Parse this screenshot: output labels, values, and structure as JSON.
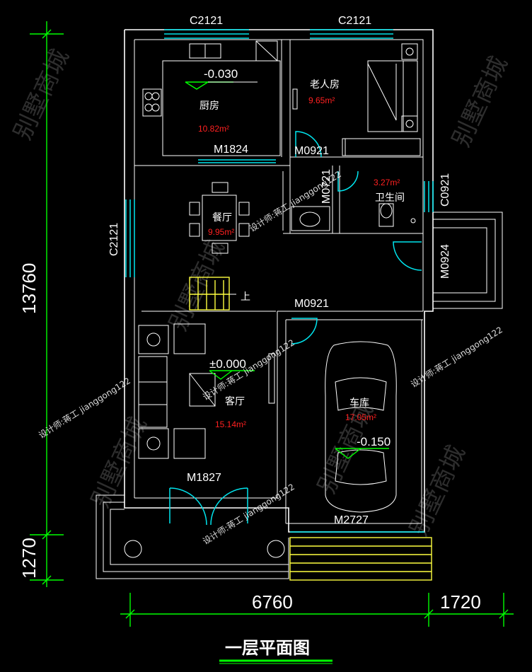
{
  "title": "一层平面图",
  "rooms": {
    "kitchen": {
      "name": "厨房",
      "area": "10.82m²"
    },
    "elder_bedroom": {
      "name": "老人房",
      "area": "9.65m²"
    },
    "dining": {
      "name": "餐厅",
      "area": "9.95m²"
    },
    "bathroom": {
      "name": "卫生间",
      "area": "3.27m²"
    },
    "living": {
      "name": "客厅",
      "area": "15.14m²"
    },
    "garage": {
      "name": "车库",
      "area": "17.05m²"
    }
  },
  "openings": {
    "window_top_left": "C2121",
    "window_top_right": "C2121",
    "window_left": "C2121",
    "window_bath": "C0921",
    "door_kitchen": "M1824",
    "door_bedroom": "M0921",
    "door_bath": "M0721",
    "door_side": "M0924",
    "door_garage_inner": "M0921",
    "door_main": "M1827",
    "door_garage": "M2727"
  },
  "elevations": {
    "kitchen": "-0.030",
    "living": "±0.000",
    "garage": "-0.150"
  },
  "stair_label": "上",
  "dimensions": {
    "left_total": "13760",
    "left_porch": "1270",
    "bottom_main": "6760",
    "bottom_side": "1720"
  },
  "watermark": "设计师:蒋工  jianggong122",
  "watermark_brand": "别墅商城"
}
